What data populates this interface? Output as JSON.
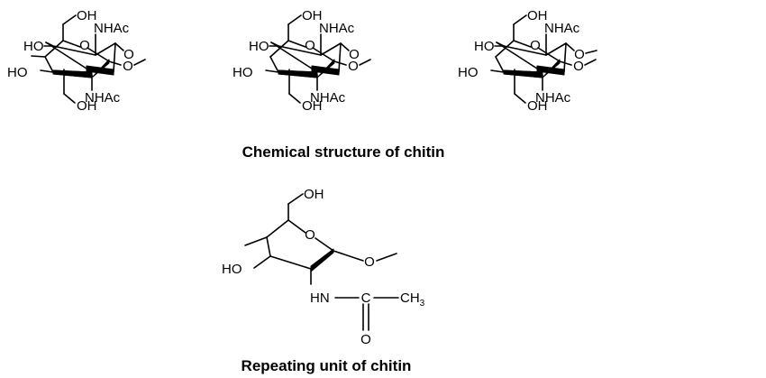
{
  "captions": {
    "polymer": "Chemical structure of chitin",
    "unit": "Repeating unit of chitin"
  },
  "polymer": {
    "units": [
      {
        "orientation": "up",
        "labels": {
          "ring_o": "O",
          "ch2oh": "OH",
          "ho": "HO",
          "nhac": "NHAc",
          "link_o": "O"
        }
      },
      {
        "orientation": "down",
        "labels": {
          "ring_o": "O",
          "ch2oh": "OH",
          "ho": "HO",
          "nhac": "NHAc",
          "link_o": "O"
        }
      },
      {
        "orientation": "up",
        "labels": {
          "ring_o": "O",
          "ch2oh": "OH",
          "ho": "HO",
          "nhac": "NHAc",
          "link_o": "O"
        }
      },
      {
        "orientation": "down",
        "labels": {
          "ring_o": "O",
          "ch2oh": "OH",
          "ho": "HO",
          "nhac": "NHAc",
          "link_o": "O"
        }
      },
      {
        "orientation": "up",
        "labels": {
          "ring_o": "O",
          "ch2oh": "OH",
          "ho": "HO",
          "nhac": "NHAc",
          "link_o": "O"
        }
      },
      {
        "orientation": "down",
        "labels": {
          "ring_o": "O",
          "ch2oh": "OH",
          "ho": "HO",
          "nhac": "NHAc",
          "link_o": "O"
        }
      }
    ]
  },
  "unit": {
    "ring_o": "O",
    "ch2oh": "OH",
    "ho": "HO",
    "glyco_o": "O",
    "hn": "HN",
    "c": "C",
    "carbonyl_o": "O",
    "ch": "CH",
    "ch_sub": "3"
  }
}
